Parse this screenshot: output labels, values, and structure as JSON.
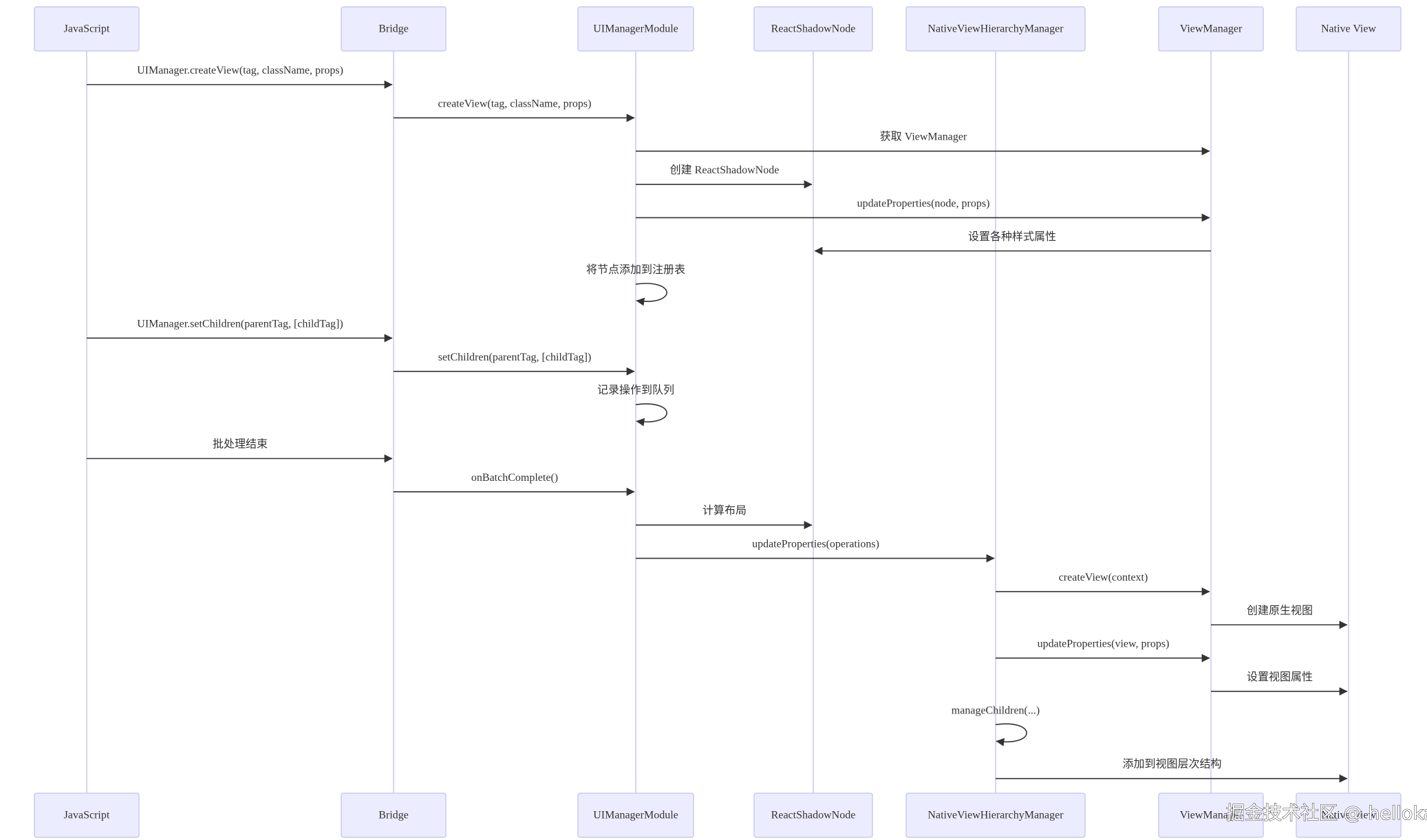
{
  "actors": [
    {
      "id": "js",
      "label": "JavaScript"
    },
    {
      "id": "bridge",
      "label": "Bridge"
    },
    {
      "id": "uimm",
      "label": "UIManagerModule"
    },
    {
      "id": "rsn",
      "label": "ReactShadowNode"
    },
    {
      "id": "nvhm",
      "label": "NativeViewHierarchyManager"
    },
    {
      "id": "vm",
      "label": "ViewManager"
    },
    {
      "id": "nv",
      "label": "Native View"
    }
  ],
  "messages": [
    {
      "from": "js",
      "to": "bridge",
      "text": "UIManager.createView(tag, className, props)"
    },
    {
      "from": "bridge",
      "to": "uimm",
      "text": "createView(tag, className, props)"
    },
    {
      "from": "uimm",
      "to": "vm",
      "text": "获取 ViewManager"
    },
    {
      "from": "uimm",
      "to": "rsn",
      "text": "创建 ReactShadowNode"
    },
    {
      "from": "uimm",
      "to": "vm",
      "text": "updateProperties(node, props)"
    },
    {
      "from": "vm",
      "to": "rsn",
      "text": "设置各种样式属性"
    },
    {
      "from": "uimm",
      "to": "uimm",
      "text": "将节点添加到注册表"
    },
    {
      "from": "js",
      "to": "bridge",
      "text": "UIManager.setChildren(parentTag, [childTag])"
    },
    {
      "from": "bridge",
      "to": "uimm",
      "text": "setChildren(parentTag, [childTag])"
    },
    {
      "from": "uimm",
      "to": "uimm",
      "text": "记录操作到队列"
    },
    {
      "from": "js",
      "to": "bridge",
      "text": "批处理结束"
    },
    {
      "from": "bridge",
      "to": "uimm",
      "text": "onBatchComplete()"
    },
    {
      "from": "uimm",
      "to": "rsn",
      "text": "计算布局"
    },
    {
      "from": "uimm",
      "to": "nvhm",
      "text": "updateProperties(operations)"
    },
    {
      "from": "nvhm",
      "to": "vm",
      "text": "createView(context)"
    },
    {
      "from": "vm",
      "to": "nv",
      "text": "创建原生视图"
    },
    {
      "from": "nvhm",
      "to": "vm",
      "text": "updateProperties(view, props)"
    },
    {
      "from": "vm",
      "to": "nv",
      "text": "设置视图属性"
    },
    {
      "from": "nvhm",
      "to": "nvhm",
      "text": "manageChildren(...)"
    },
    {
      "from": "nvhm",
      "to": "nv",
      "text": "添加到视图层次结构"
    }
  ],
  "watermark": "掘金技术社区 @ hellokai",
  "colors": {
    "actor_fill": "#ececff",
    "actor_border": "#c9c9f0",
    "lifeline": "#c9c9ee",
    "message": "#333333"
  }
}
